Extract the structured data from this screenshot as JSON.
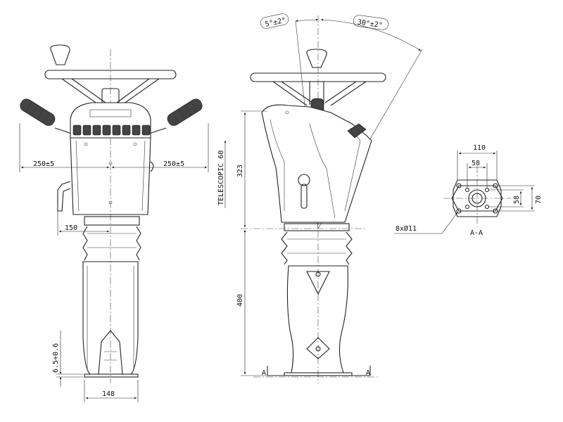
{
  "front_view": {
    "width_left": "250±5",
    "width_right": "250±5",
    "offset": "150",
    "base_width": "148",
    "base_height": "6.5+0.6"
  },
  "side_view": {
    "tilt_forward": "5°±2°",
    "tilt_back": "30°±2°",
    "telescopic": "TELESCOPIC 60",
    "upper_height": "323",
    "lower_height": "400",
    "section_marker_left": "A",
    "section_marker_right": "A"
  },
  "section_view": {
    "outer_width": "110",
    "inner_width": "58",
    "inner_height": "58",
    "outer_height": "70",
    "holes": "8xØ11",
    "title": "A-A"
  }
}
